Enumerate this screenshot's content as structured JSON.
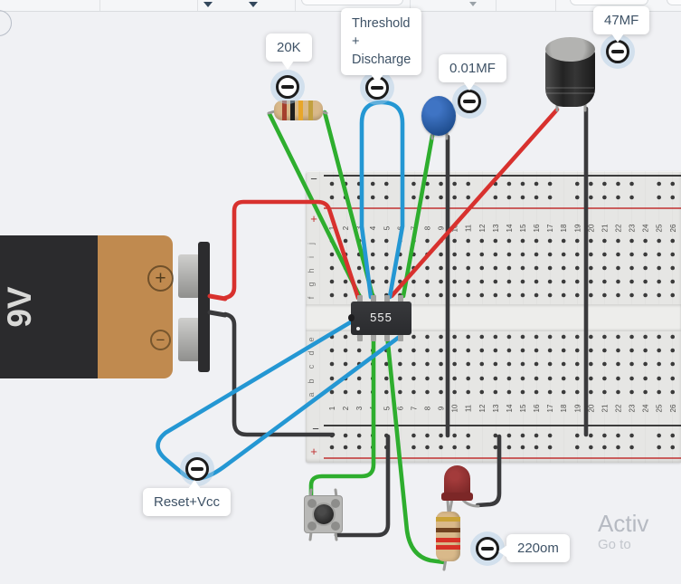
{
  "toolbar": {
    "icons": [
      "chevron-down-icon",
      "chevron-down-icon",
      "chevron-down-icon"
    ]
  },
  "annotations": {
    "r20k": {
      "label": "20K"
    },
    "threshold": {
      "lines": [
        "Threshold",
        "+",
        "Discharge"
      ]
    },
    "c001": {
      "label": "0.01MF"
    },
    "c47": {
      "label": "47MF"
    },
    "resetvcc": {
      "label": "Reset+Vcc"
    },
    "r220": {
      "label": "220om"
    }
  },
  "battery": {
    "label": "9V",
    "plus": "+",
    "minus": "−"
  },
  "chip": {
    "label": "555"
  },
  "breadboard": {
    "columns": 26,
    "letters_upper": [
      "j",
      "i",
      "h",
      "g",
      "f"
    ],
    "letters_lower": [
      "e",
      "d",
      "c",
      "b",
      "a"
    ],
    "rail_minus": "−",
    "rail_plus": "+"
  },
  "watermark": {
    "line1": "Activ",
    "line2": "Go to"
  },
  "colors": {
    "wire_green": "#2eae2e",
    "wire_red": "#d8312e",
    "wire_blue": "#2497d3",
    "wire_black": "#3a3a3c",
    "lead_gray": "#9b9b99",
    "rail_red": "#c03030",
    "rail_black": "#3c3c3c",
    "hole": "#3b3b3b",
    "label_text": "#3e5266"
  }
}
